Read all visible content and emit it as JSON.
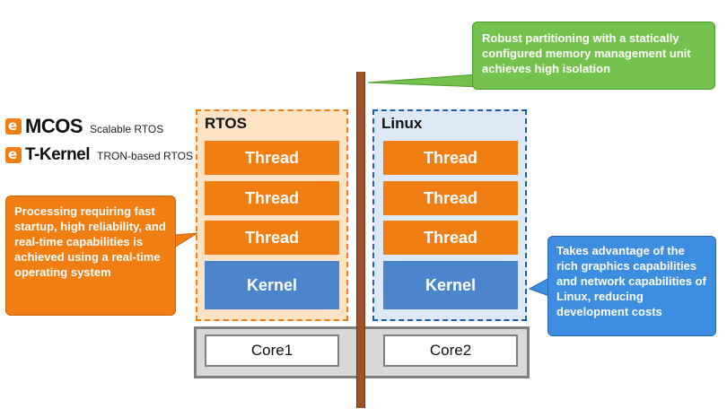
{
  "logos": [
    {
      "name": "MCOS",
      "subtitle": "Scalable RTOS"
    },
    {
      "name": "T-Kernel",
      "subtitle": "TRON-based RTOS"
    }
  ],
  "rtos": {
    "title": "RTOS",
    "threads": [
      "Thread",
      "Thread",
      "Thread"
    ],
    "kernel": "Kernel"
  },
  "linux": {
    "title": "Linux",
    "threads": [
      "Thread",
      "Thread",
      "Thread"
    ],
    "kernel": "Kernel"
  },
  "cores": [
    "Core1",
    "Core2"
  ],
  "callouts": {
    "isolation": "Robust partitioning with a statically configured memory management unit achieves high isolation",
    "rtos": "Processing requiring fast startup, high reliability, and real-time capabilities is achieved using a real-time operating system",
    "linux": "Takes advantage of the rich graphics capabilities and network capabilities of Linux, reducing development costs"
  },
  "colors": {
    "orange": "#f07e12",
    "blue": "#4b86cc",
    "green": "#72c24d",
    "divider": "#a0522d"
  }
}
